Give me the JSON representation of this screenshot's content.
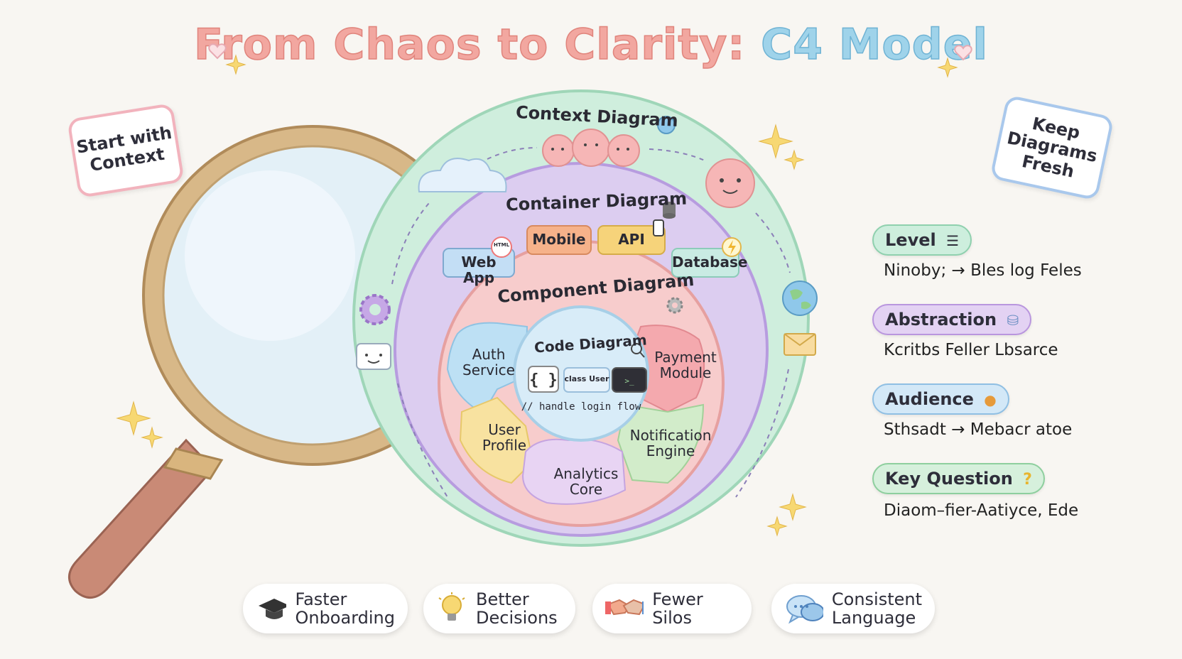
{
  "title": {
    "part1": "From Chaos to Clarity: ",
    "part2": "C4 Model"
  },
  "notes": {
    "left": "Start with Context",
    "right": "Keep Diagrams Fresh"
  },
  "rings": {
    "context": "Context Diagram",
    "container": "Container Diagram",
    "component": "Component Diagram",
    "code": "Code Diagram"
  },
  "containers": [
    "Web App",
    "Mobile",
    "API",
    "Database"
  ],
  "components": [
    "Auth Service",
    "Payment Module",
    "User Profile",
    "Notification Engine",
    "Analytics Core"
  ],
  "code": {
    "class_label": "class User",
    "comment": "// handle login flow",
    "html_badge": "HTML"
  },
  "legend": [
    {
      "label": "Level",
      "text": "Ninoby; → Bles log Feles",
      "color": "#cdeedd",
      "border": "#8fd0ae",
      "icon": "stack-icon"
    },
    {
      "label": "Abstraction",
      "text": "Kcritbs Feller Lbsarce",
      "color": "#e3d2f3",
      "border": "#b996de",
      "icon": "database-icon"
    },
    {
      "label": "Audience",
      "text": "Sthsadt → Mebacr atoe",
      "color": "#d3e8f7",
      "border": "#8fbfe3",
      "icon": "person-icon"
    },
    {
      "label": "Key Question",
      "text": "Diaom–fier-Aatiyce, Ede",
      "color": "#d6f0dc",
      "border": "#8ecf9e",
      "icon": "question-icon"
    }
  ],
  "benefits": [
    {
      "line1": "Faster",
      "line2": "Onboarding",
      "icon": "graduation-cap-icon"
    },
    {
      "line1": "Better",
      "line2": "Decisions",
      "icon": "lightbulb-icon"
    },
    {
      "line1": "Fewer Silos",
      "line2": "",
      "icon": "handshake-icon"
    },
    {
      "line1": "Consistent",
      "line2": "Language",
      "icon": "speech-bubble-icon"
    }
  ],
  "colors": {
    "context_ring": "#cfeedd",
    "container_ring": "#dccdf0",
    "component_ring": "#f7cccc",
    "code_core": "#d8ecf8",
    "title_pink": "#f2a7a0",
    "title_blue": "#9fd3ea"
  }
}
